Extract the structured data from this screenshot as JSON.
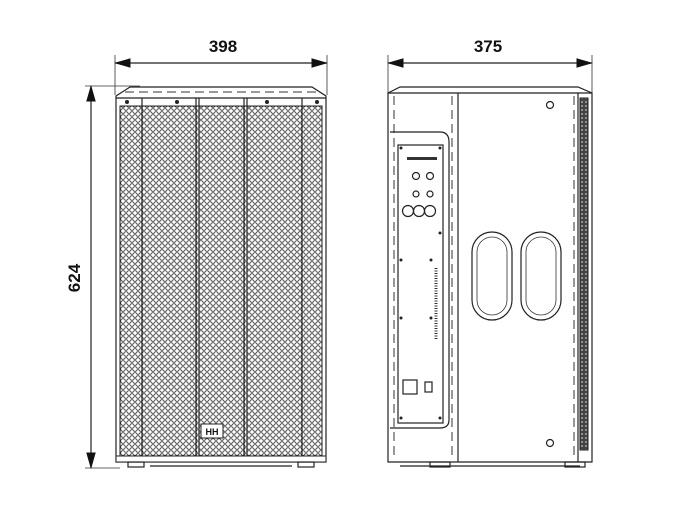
{
  "dimensions": {
    "front_width": "398",
    "side_depth": "375",
    "height": "624"
  },
  "front_view": {
    "logo_text": "HH"
  },
  "colors": {
    "line": "#222222",
    "background": "#ffffff"
  }
}
